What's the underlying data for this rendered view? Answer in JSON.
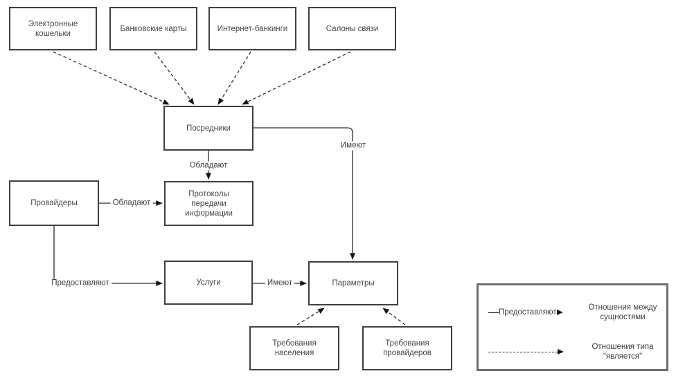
{
  "diagram": {
    "nodes": {
      "ewallets": {
        "label": "Электронные кошельки"
      },
      "bank_cards": {
        "label": "Банковские карты"
      },
      "internet_banking": {
        "label": "Интернет-банкинги"
      },
      "salons": {
        "label": "Салоны связи"
      },
      "intermediaries": {
        "label": "Посредники"
      },
      "providers": {
        "label": "Провайдеры"
      },
      "protocols": {
        "label": "Протоколы передачи информации"
      },
      "services": {
        "label": "Услуги"
      },
      "parameters": {
        "label": "Параметры"
      },
      "population_requirements": {
        "label": "Требования населения"
      },
      "provider_requirements": {
        "label": "Требования провайдеров"
      }
    },
    "edge_labels": {
      "intermediaries_protocols": "Обладают",
      "intermediaries_parameters": "Имеют",
      "providers_protocols": "Обладают",
      "providers_services": "Предоставляют",
      "services_parameters": "Имеют"
    },
    "legend": {
      "solid_sample_label": "Предоставляют",
      "solid_description": "Отношения между сущностями",
      "dashed_description": "Отношения типа \"является\""
    },
    "colors": {
      "line": "#2a2a2a",
      "node_border": "#3f3f3f",
      "background": "#ffffff"
    }
  }
}
